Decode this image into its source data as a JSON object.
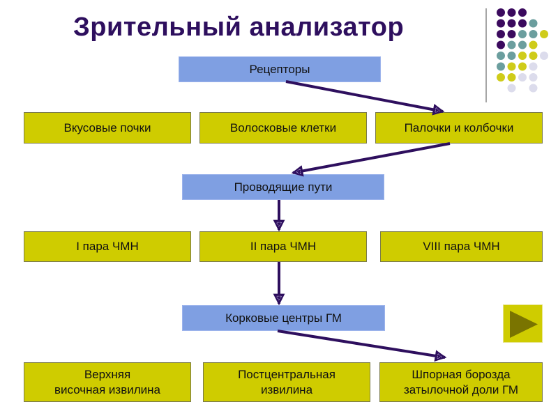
{
  "title": "Зрительный анализатор",
  "colors": {
    "title": "#2e0f5e",
    "header_box": "#7f9fe2",
    "option_box": "#cfcc00",
    "arrow": "#2e0f5e",
    "next_button": "#cfcc00",
    "next_triangle": "#7a7400",
    "dot_purple": "#3b0a5e",
    "dot_teal": "#6b9e9e",
    "dot_yellow": "#cfcc1a",
    "dot_lavender": "#dcdcec"
  },
  "diagram": {
    "receptors": {
      "header": "Рецепторы",
      "options": [
        "Вкусовые почки",
        "Волосковые клетки",
        "Палочки и колбочки"
      ]
    },
    "pathways": {
      "header": "Проводящие пути",
      "options": [
        "I пара ЧМН",
        "II пара ЧМН",
        "VIII пара ЧМН"
      ]
    },
    "cortex": {
      "header": "Корковые центры ГМ",
      "options": [
        {
          "line1": "Верхняя",
          "line2": "височная извилина"
        },
        {
          "line1": "Постцентральная",
          "line2": "извилина"
        },
        {
          "line1": "Шпорная борозда",
          "line2": "затылочной доли ГМ"
        }
      ]
    }
  },
  "navigation": {
    "next_icon": "play-triangle-icon"
  }
}
